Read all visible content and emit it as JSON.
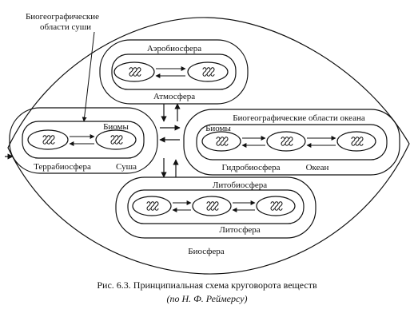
{
  "labels": {
    "bio_land_line1": "Биогеографические",
    "bio_land_line2": "области суши",
    "aerobiosphere": "Аэробиосфера",
    "atmosphere": "Атмосфера",
    "biomes_left": "Биомы",
    "terrabiosphere": "Террабиосфера",
    "land": "Суша",
    "bio_ocean": "Биогеографические области океана",
    "biomes_right": "Биомы",
    "hydrobiosphere": "Гидробиосфера",
    "ocean": "Океан",
    "lithobiosphere": "Литобиосфера",
    "lithosphere": "Литосфера",
    "biosphere": "Биосфера"
  },
  "caption": {
    "line1": "Рис. 6.3. Принципиальная схема круговорота веществ",
    "line2": "(по Н. Ф. Реймерсу)"
  },
  "colors": {
    "ink": "#111111",
    "background": "#ffffff"
  }
}
